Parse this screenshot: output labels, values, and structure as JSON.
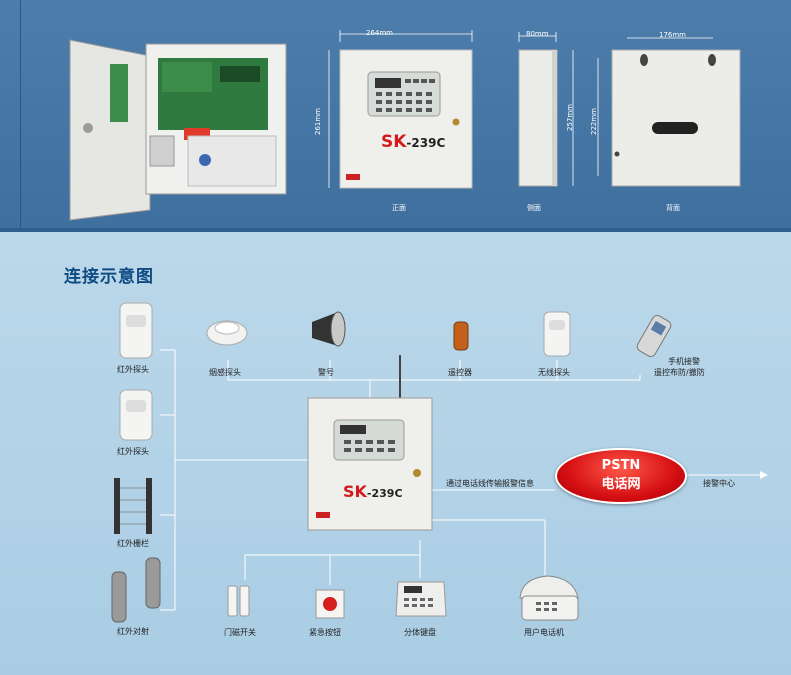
{
  "top": {
    "dimensions": {
      "width": "264mm",
      "height": "261mm",
      "depth": "80mm",
      "side_height": "257mm",
      "back_height": "222mm",
      "back_width": "176mm"
    },
    "view_labels": {
      "front": "正面",
      "side": "侧面",
      "back": "背面"
    },
    "panel_model": "SK-239C",
    "panel_model_prefix": "SK",
    "panel_model_suffix": "239C"
  },
  "diagram": {
    "title": "连接示意图",
    "center_model_prefix": "SK",
    "center_model_suffix": "239C",
    "pstn": {
      "line1": "PSTN",
      "line2": "电话网"
    },
    "transmit_label": "通过电话线传输报警信息",
    "alarm_center_label": "接警中心",
    "left_devices": [
      "红外探头",
      "红外探头",
      "红外栅栏",
      "红外对射"
    ],
    "top_devices": [
      "烟感探头",
      "警号",
      "遥控器",
      "无线探头"
    ],
    "phone": {
      "line1": "手机接警",
      "line2": "遥控布防/撤防"
    },
    "bottom_devices": [
      "门磁开关",
      "紧急按钮",
      "分体键盘",
      "用户电话机"
    ]
  },
  "colors": {
    "top_bg": "#4373a3",
    "bottom_bg": "#b3d3e8",
    "accent_red": "#d21b1b",
    "title_blue": "#0f4b82"
  }
}
